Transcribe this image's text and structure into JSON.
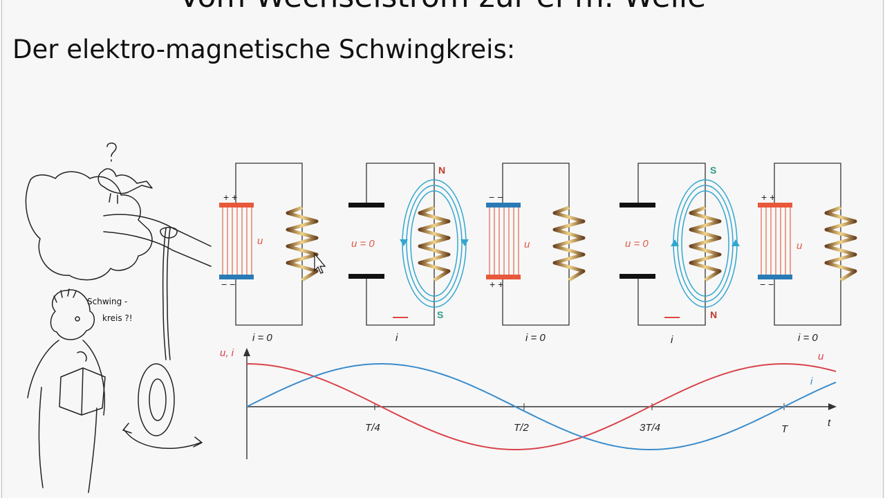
{
  "slide": {
    "title": "Vom Wechselstrom zur el-m. Welle",
    "subtitle": "Der elektro-magnetische Schwingkreis:"
  },
  "colors": {
    "plus_plate": "#e8593c",
    "minus_plate": "#2a7ab6",
    "field_lines": "#e0735a",
    "magnetic": "#31a6cf",
    "u_curve": "#d9434b",
    "i_curve": "#3a8ccc",
    "wire": "#333333",
    "pole_N": "#c0392b",
    "pole_S": "#2d9a8a"
  },
  "circuits": [
    {
      "current_label": "i = 0",
      "voltage_label": "u",
      "top_sign": "+ +",
      "bottom_sign": "− −"
    },
    {
      "current_label": "i",
      "voltage_label": "u = 0",
      "pole_top": "N",
      "pole_bottom": "S"
    },
    {
      "current_label": "i = 0",
      "voltage_label": "u",
      "top_sign": "− −",
      "bottom_sign": "+ +"
    },
    {
      "current_label": "i",
      "voltage_label": "u = 0",
      "pole_top": "S",
      "pole_bottom": "N"
    },
    {
      "current_label": "i = 0",
      "voltage_label": "u",
      "top_sign": "+ +",
      "bottom_sign": "− −"
    }
  ],
  "graph": {
    "y_axis_label": "u, i",
    "x_axis_label": "t",
    "ticks": [
      "T/4",
      "T/2",
      "3T/4",
      "T"
    ],
    "series": [
      {
        "name": "u"
      },
      {
        "name": "i"
      }
    ]
  },
  "sketch": {
    "speech": [
      "Schwing -",
      "kreis ?!"
    ],
    "question_mark": "?"
  }
}
